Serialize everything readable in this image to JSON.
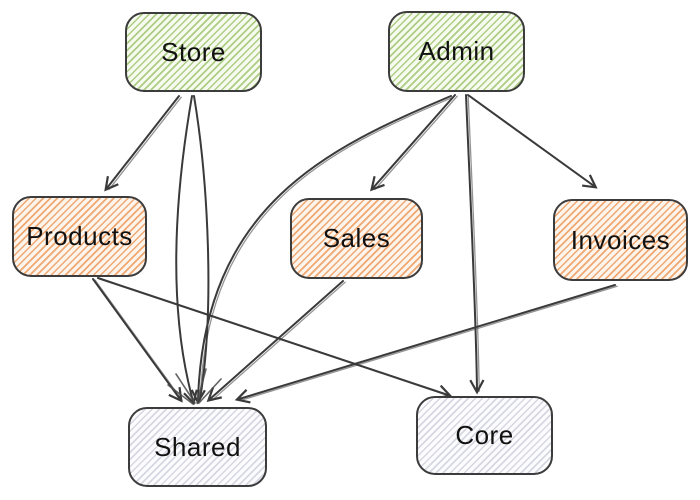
{
  "diagram": {
    "type": "dependency-graph",
    "background": "#ffffff",
    "edge_color": "#3a3a3a",
    "nodes": [
      {
        "id": "store",
        "label": "Store",
        "group": "app",
        "fill": "#f7faee",
        "hatch": "#abcd84",
        "border": "#3c3c3c"
      },
      {
        "id": "admin",
        "label": "Admin",
        "group": "app",
        "fill": "#f7faee",
        "hatch": "#abcd84",
        "border": "#3c3c3c"
      },
      {
        "id": "products",
        "label": "Products",
        "group": "feature",
        "fill": "#fdf4eb",
        "hatch": "#f0a873",
        "border": "#3c3c3c"
      },
      {
        "id": "sales",
        "label": "Sales",
        "group": "feature",
        "fill": "#fdf4eb",
        "hatch": "#f0a873",
        "border": "#3c3c3c"
      },
      {
        "id": "invoices",
        "label": "Invoices",
        "group": "feature",
        "fill": "#fdf4eb",
        "hatch": "#f0a873",
        "border": "#3c3c3c"
      },
      {
        "id": "shared",
        "label": "Shared",
        "group": "lib",
        "fill": "#fcfcfe",
        "hatch": "#d7d7e2",
        "border": "#3c3c3c"
      },
      {
        "id": "core",
        "label": "Core",
        "group": "lib",
        "fill": "#fcfcfe",
        "hatch": "#d7d7e2",
        "border": "#3c3c3c"
      }
    ],
    "edges": [
      {
        "from": "store",
        "to": "products"
      },
      {
        "from": "store",
        "to": "shared"
      },
      {
        "from": "admin",
        "to": "sales"
      },
      {
        "from": "admin",
        "to": "invoices"
      },
      {
        "from": "admin",
        "to": "shared"
      },
      {
        "from": "admin",
        "to": "core"
      },
      {
        "from": "products",
        "to": "shared"
      },
      {
        "from": "products",
        "to": "core"
      },
      {
        "from": "sales",
        "to": "shared"
      },
      {
        "from": "invoices",
        "to": "shared"
      }
    ]
  }
}
